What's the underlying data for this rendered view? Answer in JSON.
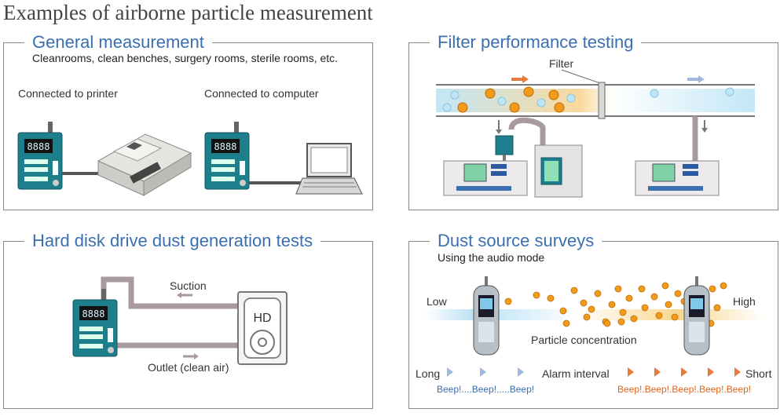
{
  "page_title": "Examples of airborne particle measurement",
  "general": {
    "title": "General measurement",
    "subtitle": "Cleanrooms, clean benches, surgery rooms, sterile rooms, etc.",
    "printer_label": "Connected to printer",
    "computer_label": "Connected to computer",
    "device_display": "8888"
  },
  "filter": {
    "title": "Filter performance testing",
    "filter_label": "Filter"
  },
  "hdd": {
    "title": "Hard disk drive dust generation tests",
    "suction_label": "Suction",
    "outlet_label": "Outlet (clean air)",
    "hd_label": "HD",
    "device_display": "8888"
  },
  "dust": {
    "title": "Dust source surveys",
    "subtitle": "Using the audio mode",
    "low_label": "Low",
    "high_label": "High",
    "concentration_label": "Particle concentration",
    "long_label": "Long",
    "short_label": "Short",
    "alarm_label": "Alarm interval",
    "beep_slow": "Beep!....Beep!.....Beep!",
    "beep_fast": "Beep!.Beep!.Beep!.Beep!.Beep!"
  },
  "colors": {
    "title_blue": "#3a6fb0",
    "device_teal": "#1d7f8c",
    "particle_orange": "#f29a1a",
    "particle_blue": "#9fd3ef",
    "arrow_orange": "#e87a3a",
    "arrow_blue": "#9fb8e0",
    "tube_gray": "#a89a9e"
  }
}
